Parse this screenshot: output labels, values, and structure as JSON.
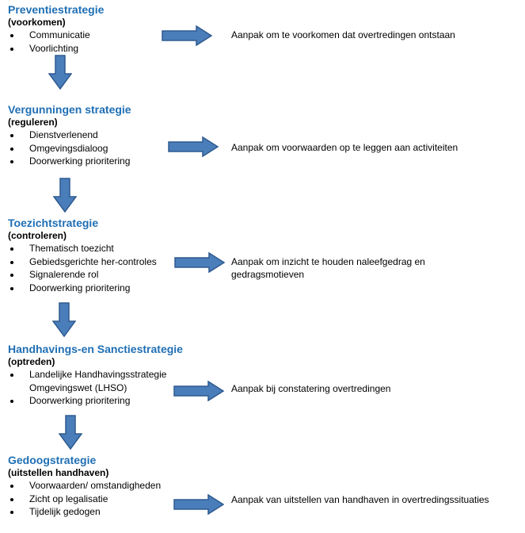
{
  "accent_color": "#1f6fb4",
  "arrow_color": "#4a7ebb",
  "sections": [
    {
      "title": "Preventiestrategie",
      "subtitle": "(voorkomen)",
      "items": [
        "Communicatie",
        "Voorlichting"
      ],
      "description": "Aanpak om te voorkomen dat overtredingen ontstaan"
    },
    {
      "title": "Vergunningen strategie",
      "subtitle": "(reguleren)",
      "items": [
        "Dienstverlenend",
        "Omgevingsdialoog",
        "Doorwerking prioritering"
      ],
      "description": "Aanpak om voorwaarden op te leggen aan activiteiten"
    },
    {
      "title": "Toezichtstrategie",
      "subtitle": "(controleren)",
      "items": [
        "Thematisch toezicht",
        "Gebiedsgerichte her-controles",
        "Signalerende rol",
        "Doorwerking prioritering"
      ],
      "description_lines": [
        "Aanpak om inzicht te houden naleefgedrag en",
        "gedragsmotieven"
      ]
    },
    {
      "title": "Handhavings-en Sanctiestrategie",
      "subtitle": "(optreden)",
      "items": [
        "Landelijke Handhavingsstrategie",
        "Omgevingswet (LHSO)",
        "Doorwerking prioritering"
      ],
      "description": "Aanpak bij constatering overtredingen"
    },
    {
      "title": "Gedoogstrategie",
      "subtitle": "(uitstellen handhaven)",
      "items": [
        "Voorwaarden/ omstandigheden",
        "Zicht op legalisatie",
        "Tijdelijk gedogen"
      ],
      "description": "Aanpak van uitstellen van handhaven in overtredingssituaties"
    }
  ]
}
